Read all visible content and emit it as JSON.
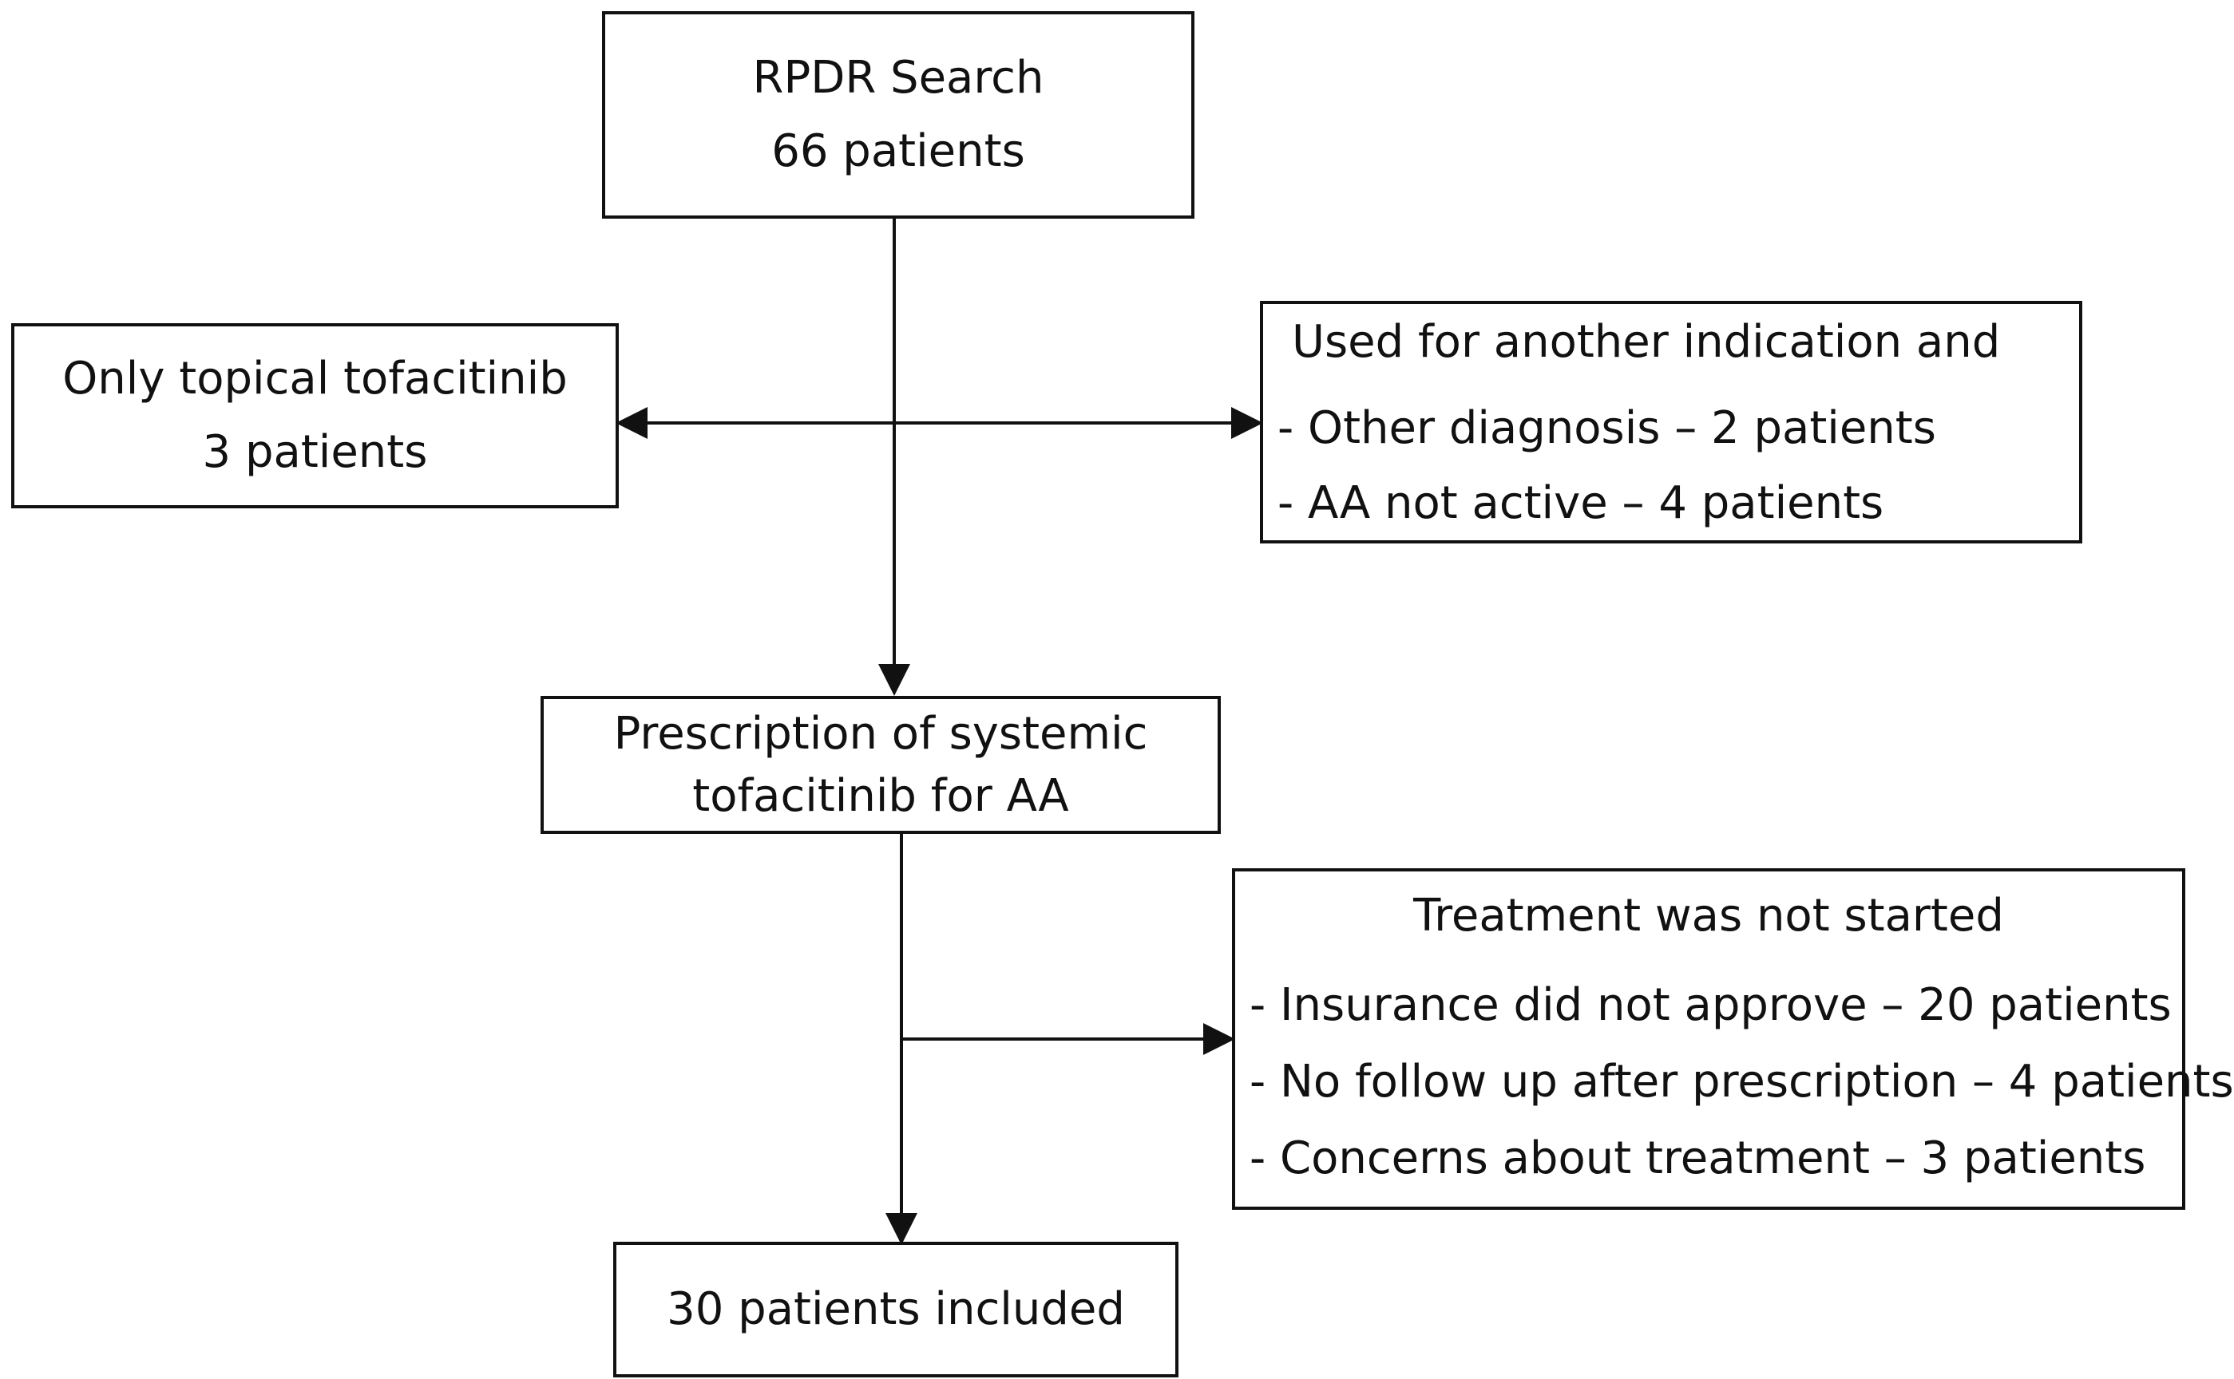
{
  "nodes": {
    "search": {
      "title": "RPDR Search",
      "count": "66 patients"
    },
    "topical": {
      "title": "Only topical tofacitinib",
      "count": "3 patients"
    },
    "other_indication": {
      "title": "Used for another indication and",
      "items": [
        "- Other diagnosis – 2 patients",
        "- AA not active – 4 patients"
      ]
    },
    "systemic": {
      "line1": "Prescription of systemic",
      "line2": "tofacitinib for AA"
    },
    "not_started": {
      "title": "Treatment was not started",
      "items": [
        "- Insurance did not approve – 20 patients",
        "- No follow up after prescription – 4 patients",
        "- Concerns about treatment – 3 patients"
      ]
    },
    "included": {
      "title": "30 patients included"
    }
  },
  "colors": {
    "stroke": "#111111",
    "background": "#ffffff"
  }
}
